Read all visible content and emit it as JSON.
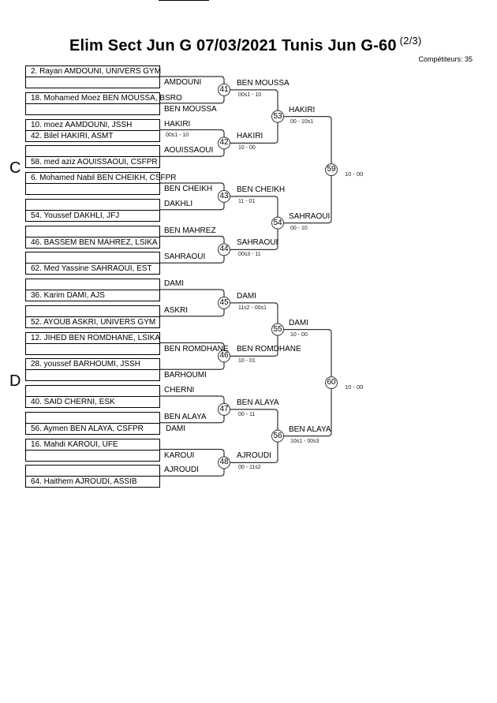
{
  "header": {
    "title": "Elim Sect Jun G  07/03/2021  Tunis   Jun G-60",
    "page": "(2/3)",
    "competitors": "Compétiteurs: 35"
  },
  "pools": [
    "C",
    "D"
  ],
  "entries": [
    {
      "top": "2. Rayan AMDOUNI, UNIVERS GYM",
      "bottom": ""
    },
    {
      "top": "18. Mohamed Moez BEN MOUSSA, BSRO",
      "bottom": ""
    },
    {
      "top": "10. moez AAMDOUNI, JSSH",
      "bottom": "42. Bilel HAKIRI, ASMT"
    },
    {
      "top": "",
      "bottom": "58. med aziz AOUISSAOUI, CSFPR"
    },
    {
      "top": "6. Mohamed Nabil BEN CHEIKH, CSFPR",
      "bottom": ""
    },
    {
      "top": "",
      "bottom": "54. Youssef DAKHLI, JFJ"
    },
    {
      "top": "",
      "bottom": "46. BASSEM BEN MAHREZ, LSIKA"
    },
    {
      "top": "",
      "bottom": "62. Med Yassine SAHRAOUI, EST"
    },
    {
      "top": "",
      "bottom": "36. Karim DAMI, AJS"
    },
    {
      "top": "",
      "bottom": "52. AYOUB ASKRI, UNIVERS GYM"
    },
    {
      "top": "12. JIHED BEN ROMDHANE, LSIKA",
      "bottom": ""
    },
    {
      "top": "28. youssef BARHOUMI, JSSH",
      "bottom": ""
    },
    {
      "top": "",
      "bottom": "40. SAID CHERNI, ESK"
    },
    {
      "top": "",
      "bottom": "56. Aymen BEN ALAYA, CSFPR"
    },
    {
      "top": "16. Mahdi KAROUI, UFE",
      "bottom": ""
    },
    {
      "top": "",
      "bottom": "64. Haithem AJROUDI, ASSIB"
    }
  ],
  "round1_labels": [
    "AMDOUNI",
    "BEN MOUSSA",
    "HAKIRI",
    "AOUISSAOUI",
    "BEN CHEIKH",
    "DAKHLI",
    "BEN MAHREZ",
    "SAHRAOUI",
    "DAMI",
    "ASKRI",
    "BEN ROMDHANE",
    "BARHOUMI",
    "CHERNI",
    "BEN ALAYA",
    "KAROUI",
    "AJROUDI"
  ],
  "round1_extra": {
    "score_note": "00s1 - 10",
    "overlap_label": "DAMI"
  },
  "round1": [
    {
      "num": "41",
      "winner": "BEN MOUSSA",
      "score": "00s1 - 10"
    },
    {
      "num": "42",
      "winner": "HAKIRI",
      "score": "10 - 00"
    },
    {
      "num": "43",
      "winner": "BEN CHEIKH",
      "score": "11 - 01"
    },
    {
      "num": "44",
      "winner": "SAHRAOUI",
      "score": "00s3 - 11"
    },
    {
      "num": "45",
      "winner": "DAMI",
      "score": "11s2 - 00s1"
    },
    {
      "num": "46",
      "winner": "BEN ROMDHANE",
      "score": "10 - 01"
    },
    {
      "num": "47",
      "winner": "BEN ALAYA",
      "score": "00 - 11"
    },
    {
      "num": "48",
      "winner": "AJROUDI",
      "score": "00 - 11s2"
    }
  ],
  "round2": [
    {
      "num": "53",
      "winner": "HAKIRI",
      "score": "00 - 10s1"
    },
    {
      "num": "54",
      "winner": "SAHRAOUI",
      "score": "00 - 10"
    },
    {
      "num": "55",
      "winner": "DAMI",
      "score": "10 - 00"
    },
    {
      "num": "56",
      "winner": "BEN ALAYA",
      "score": "10s1 - 00s3"
    }
  ],
  "round3": [
    {
      "num": "59",
      "score": "10 - 00"
    },
    {
      "num": "60",
      "score": "10 - 00"
    }
  ]
}
